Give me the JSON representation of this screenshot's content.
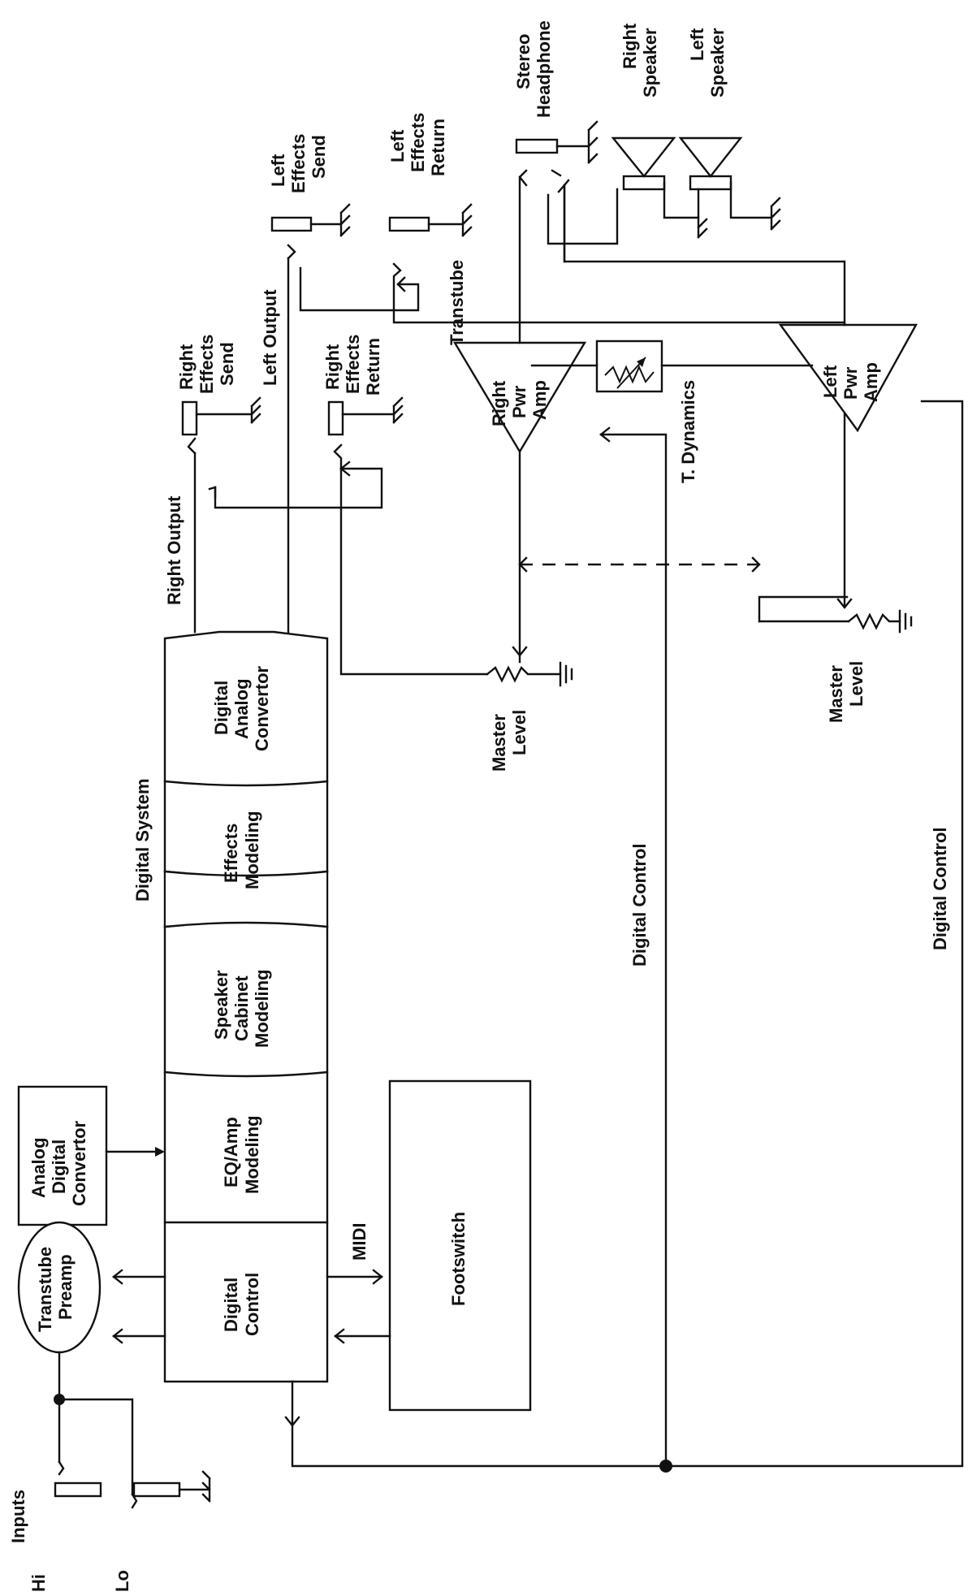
{
  "labels": {
    "inputs": "Inputs",
    "hi": "Hi",
    "lo": "Lo",
    "transtube_preamp": [
      "Transtube",
      "Preamp"
    ],
    "analog_digital_convertor": [
      "Analog",
      "Digital",
      "Convertor"
    ],
    "digital_control_block": [
      "Digital",
      "Control"
    ],
    "eq_amp_modeling": [
      "EQ/Amp",
      "Modeling"
    ],
    "speaker_cabinet_modeling": [
      "Speaker",
      "Cabinet",
      "Modeling"
    ],
    "effects_modeling": [
      "Effects",
      "Modeling"
    ],
    "digital_analog_convertor": [
      "Digital",
      "Analog",
      "Convertor"
    ],
    "digital_system": "Digital System",
    "midi": "MIDI",
    "footswitch": "Footswitch",
    "right_output": "Right Output",
    "left_output": "Left Output",
    "right_effects_send": [
      "Right",
      "Effects",
      "Send"
    ],
    "right_effects_return": [
      "Right",
      "Effects",
      "Return"
    ],
    "left_effects_send": [
      "Left",
      "Effects",
      "Send"
    ],
    "left_effects_return": [
      "Left",
      "Effects",
      "Return"
    ],
    "stereo_headphone": [
      "Stereo",
      "Headphone"
    ],
    "right_speaker": [
      "Right",
      "Speaker"
    ],
    "left_speaker": [
      "Left",
      "Speaker"
    ],
    "transtube": "Transtube",
    "right_pwr_amp": [
      "Right",
      "Pwr",
      "Amp"
    ],
    "left_pwr_amp": [
      "Left",
      "Pwr",
      "Amp"
    ],
    "t_dynamics": "T. Dynamics",
    "master_level_right": [
      "Master",
      "Level"
    ],
    "master_level_left": [
      "Master",
      "Level"
    ],
    "digital_control_1": "Digital Control",
    "digital_control_2": "Digital Control"
  }
}
